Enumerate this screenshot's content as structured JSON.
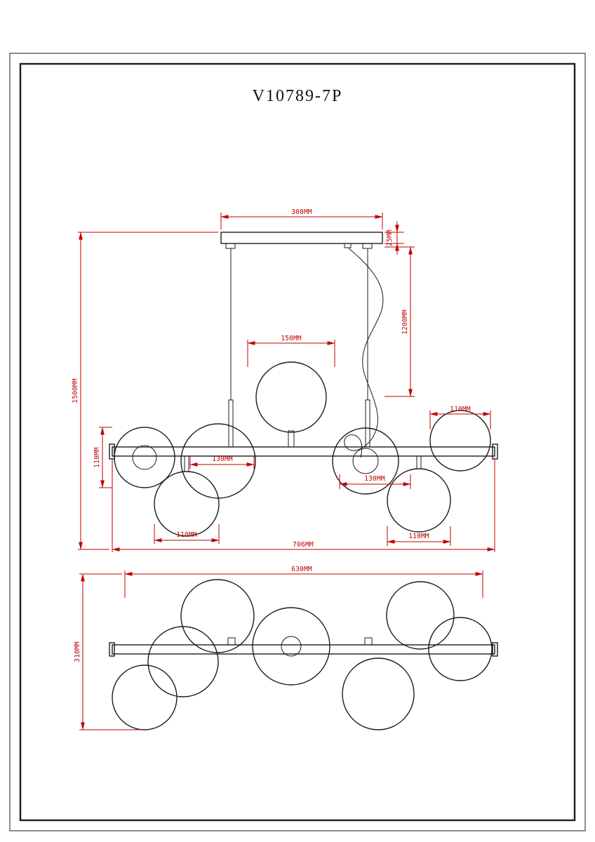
{
  "title": "V10789-7P",
  "colors": {
    "line": "#1c1c1c",
    "dimension": "#c00000",
    "paper": "#ffffff"
  },
  "elevation": {
    "canopy_width": "300MM",
    "canopy_thickness": "25MM",
    "overall_height": "1500MM",
    "cord_length": "1200MM",
    "large_globe_diameter": "150MM",
    "left_globe_diameter": "110MM",
    "left_globe_spacing": "130MM",
    "right_globe_spacing": "130MM",
    "top_right_globe_diameter": "110MM",
    "bottom_left_globe_diameter": "110MM",
    "bottom_right_globe_diameter": "110MM",
    "overall_width": "706MM"
  },
  "plan": {
    "globes_span": "630MM",
    "overall_depth": "310MM"
  }
}
